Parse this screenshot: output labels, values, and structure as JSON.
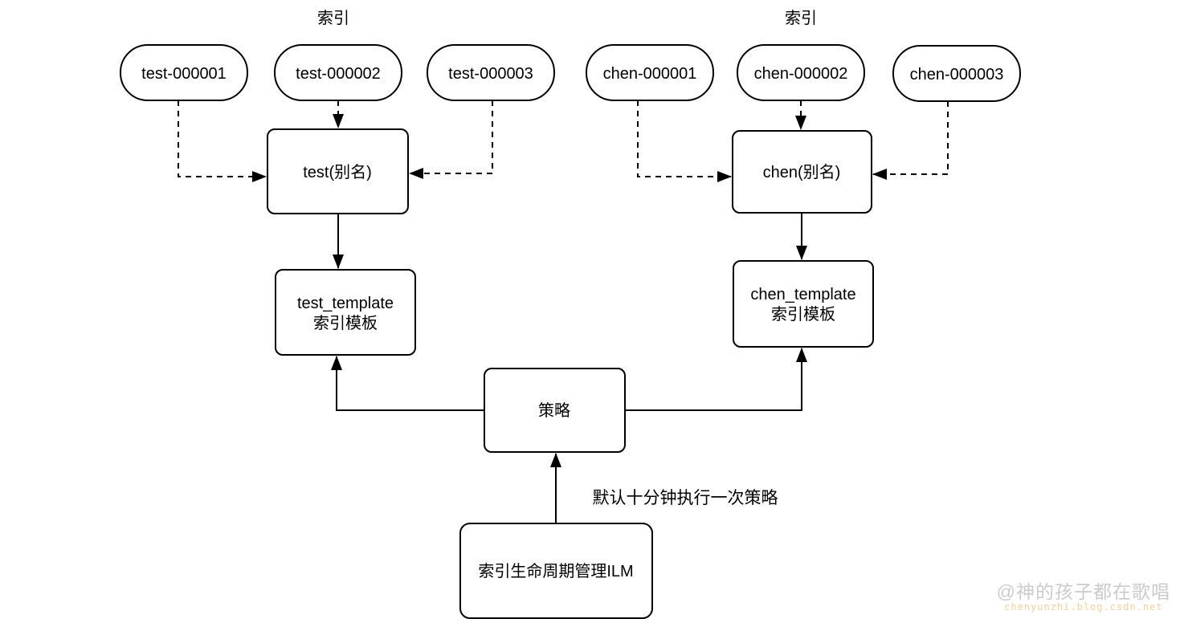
{
  "diagram": {
    "left": {
      "title": "索引",
      "indices": [
        "test-000001",
        "test-000002",
        "test-000003"
      ],
      "alias": "test(别名)",
      "template": {
        "line1": "test_template",
        "line2": "索引模板"
      }
    },
    "right": {
      "title": "索引",
      "indices": [
        "chen-000001",
        "chen-000002",
        "chen-000003"
      ],
      "alias": "chen(别名)",
      "template": {
        "line1": "chen_template",
        "line2": "索引模板"
      }
    },
    "policy_label": "策略",
    "ilm_label": "索引生命周期管理ILM",
    "annotation": "默认十分钟执行一次策略"
  },
  "watermark": {
    "author": "@神的孩子都在歌唱",
    "site": "chenyunzhi.blog.csdn.net",
    "author_color": "#cbcbcb",
    "site_color": "#f6cf9e"
  },
  "colors": {
    "background": "#ffffff",
    "stroke": "#000000"
  }
}
